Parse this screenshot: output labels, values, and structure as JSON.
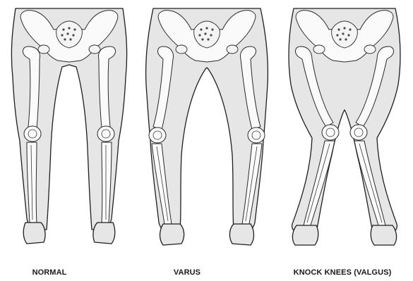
{
  "figure": {
    "panels": [
      {
        "label": "NORMAL",
        "alignment": "normal"
      },
      {
        "label": "VARUS",
        "alignment": "varus"
      },
      {
        "label": "KNOCK KNEES (VALGUS)",
        "alignment": "valgus"
      }
    ]
  }
}
